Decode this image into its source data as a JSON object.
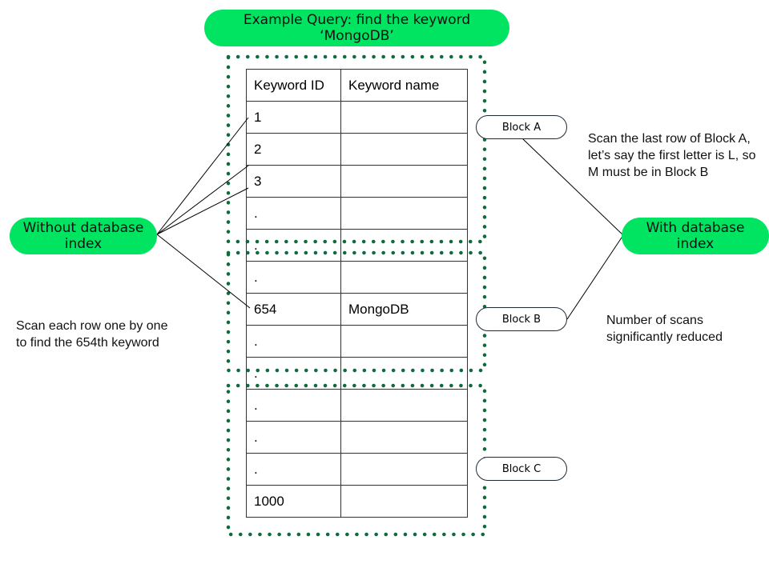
{
  "title": "Example Query: find the keyword ‘MongoDB’",
  "table": {
    "headers": [
      "Keyword ID",
      "Keyword name"
    ],
    "rows": [
      [
        "1",
        ""
      ],
      [
        "2",
        ""
      ],
      [
        "3",
        ""
      ],
      [
        ".",
        ""
      ],
      [
        ".",
        ""
      ],
      [
        ".",
        ""
      ],
      [
        "654",
        "MongoDB"
      ],
      [
        ".",
        ""
      ],
      [
        ".",
        ""
      ],
      [
        ".",
        ""
      ],
      [
        ".",
        ""
      ],
      [
        ".",
        ""
      ],
      [
        "1000",
        ""
      ]
    ]
  },
  "without_index": {
    "label": "Without database index",
    "note": "Scan each row one by one to find the 654th keyword"
  },
  "with_index": {
    "label": "With database index",
    "note_a": "Scan the last row of Block A, let’s say the first letter is L, so M must be in Block B",
    "note_b": "Number of scans significantly reduced"
  },
  "blocks": [
    "Block A",
    "Block B",
    "Block C"
  ],
  "colors": {
    "accent": "#00e462",
    "dotted": "#0f6b3d",
    "line": "#000000"
  }
}
